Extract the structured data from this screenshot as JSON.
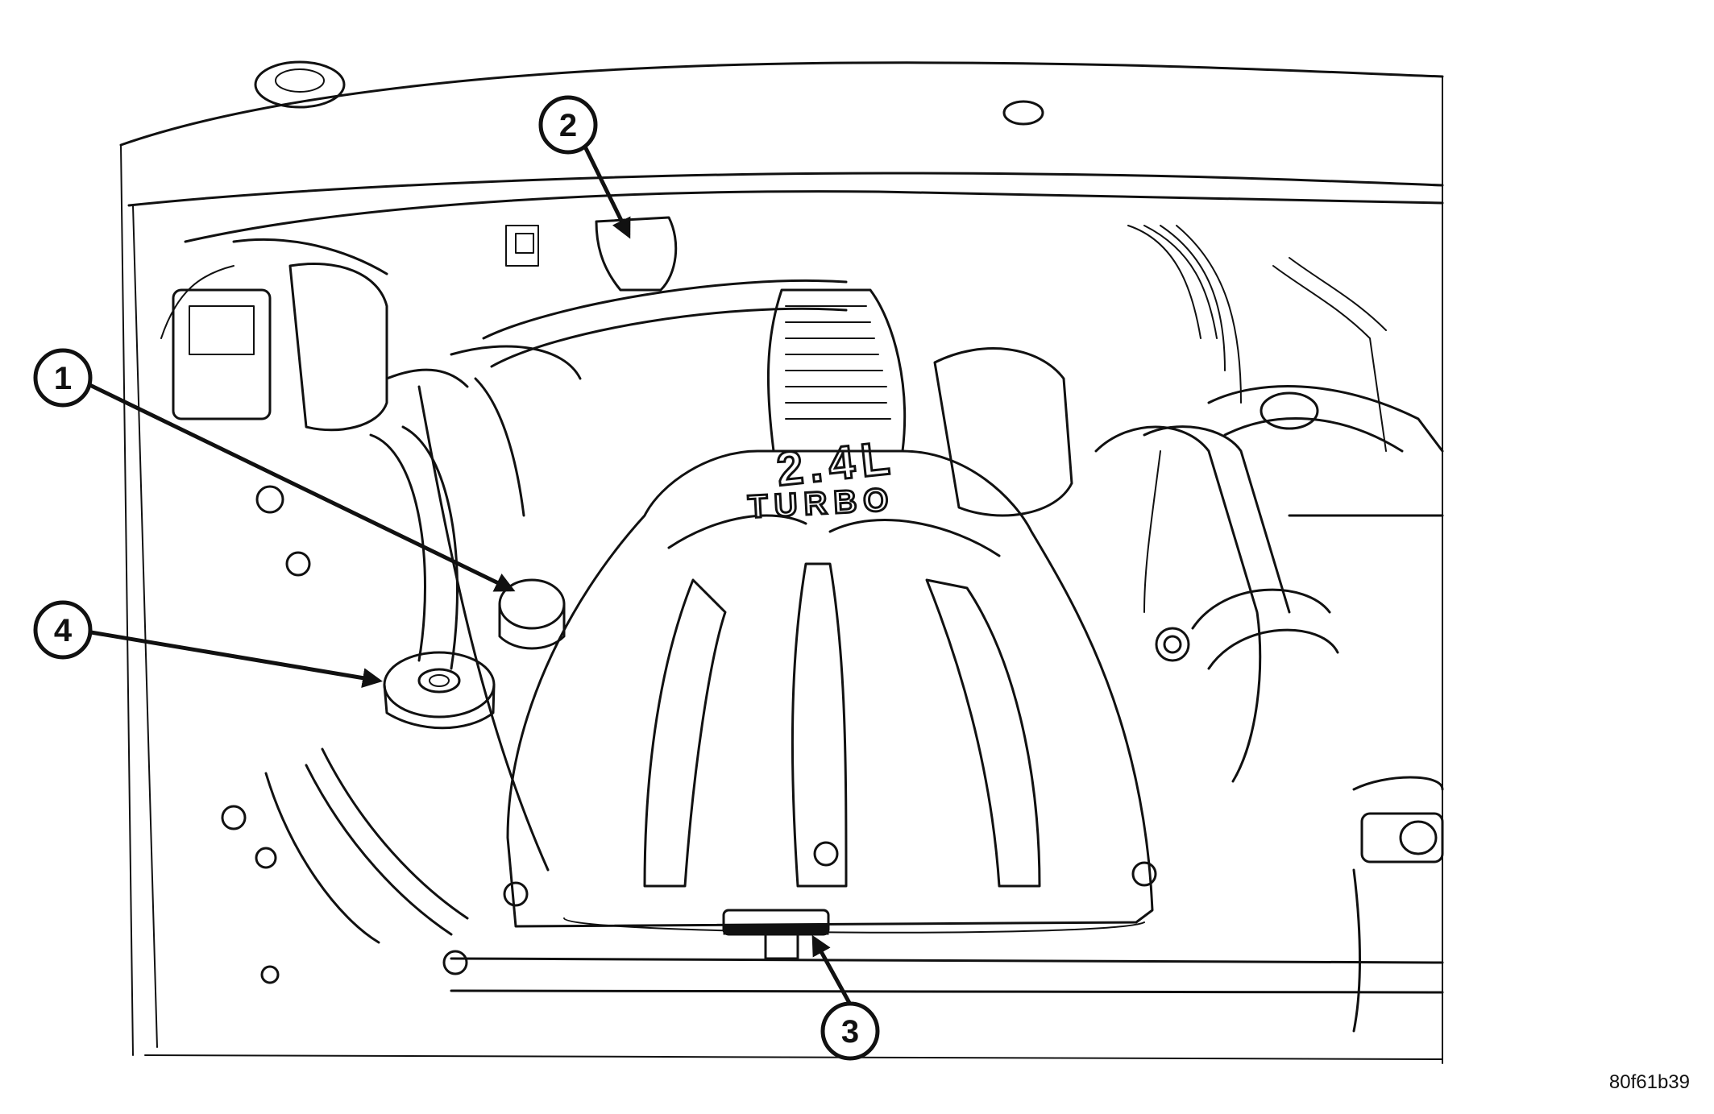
{
  "figure": {
    "code": "80f61b39",
    "engine_cover_text": [
      "2.4L",
      "TURBO"
    ],
    "callouts": [
      {
        "id": "1",
        "label": "1"
      },
      {
        "id": "2",
        "label": "2"
      },
      {
        "id": "3",
        "label": "3"
      },
      {
        "id": "4",
        "label": "4"
      }
    ]
  }
}
